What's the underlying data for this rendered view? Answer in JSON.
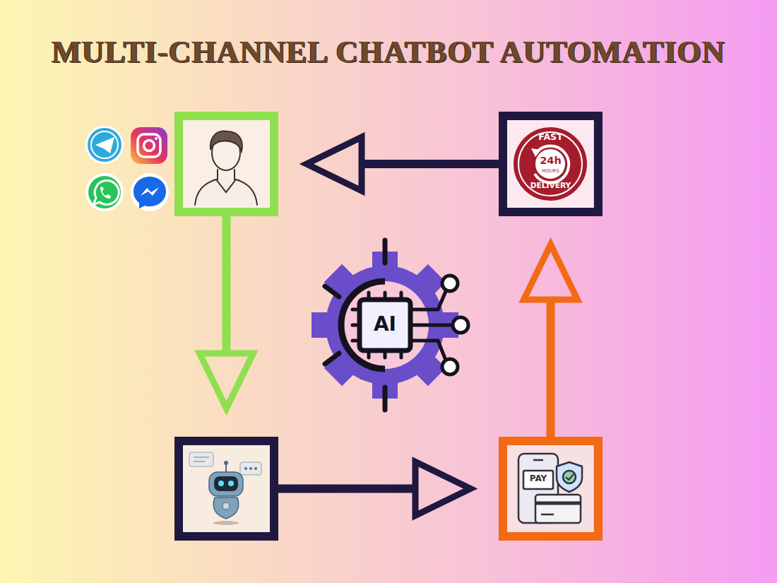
{
  "diagram": {
    "title": "MULTI-CHANNEL CHATBOT AUTOMATION",
    "nodes": [
      {
        "text": []
      },
      {
        "text": [
          "FAST",
          "24h",
          "HOURS",
          "DELIVERY"
        ]
      },
      {
        "text": []
      },
      {
        "text": [
          "PAY"
        ]
      }
    ],
    "edges": [
      {
        "from": 0,
        "to": 2,
        "arrow": "to"
      },
      {
        "from": 2,
        "to": 3,
        "arrow": "to"
      },
      {
        "from": 3,
        "to": 1,
        "arrow": "to"
      },
      {
        "from": 1,
        "to": 0,
        "arrow": "to"
      }
    ],
    "labels": [
      "AI"
    ]
  }
}
